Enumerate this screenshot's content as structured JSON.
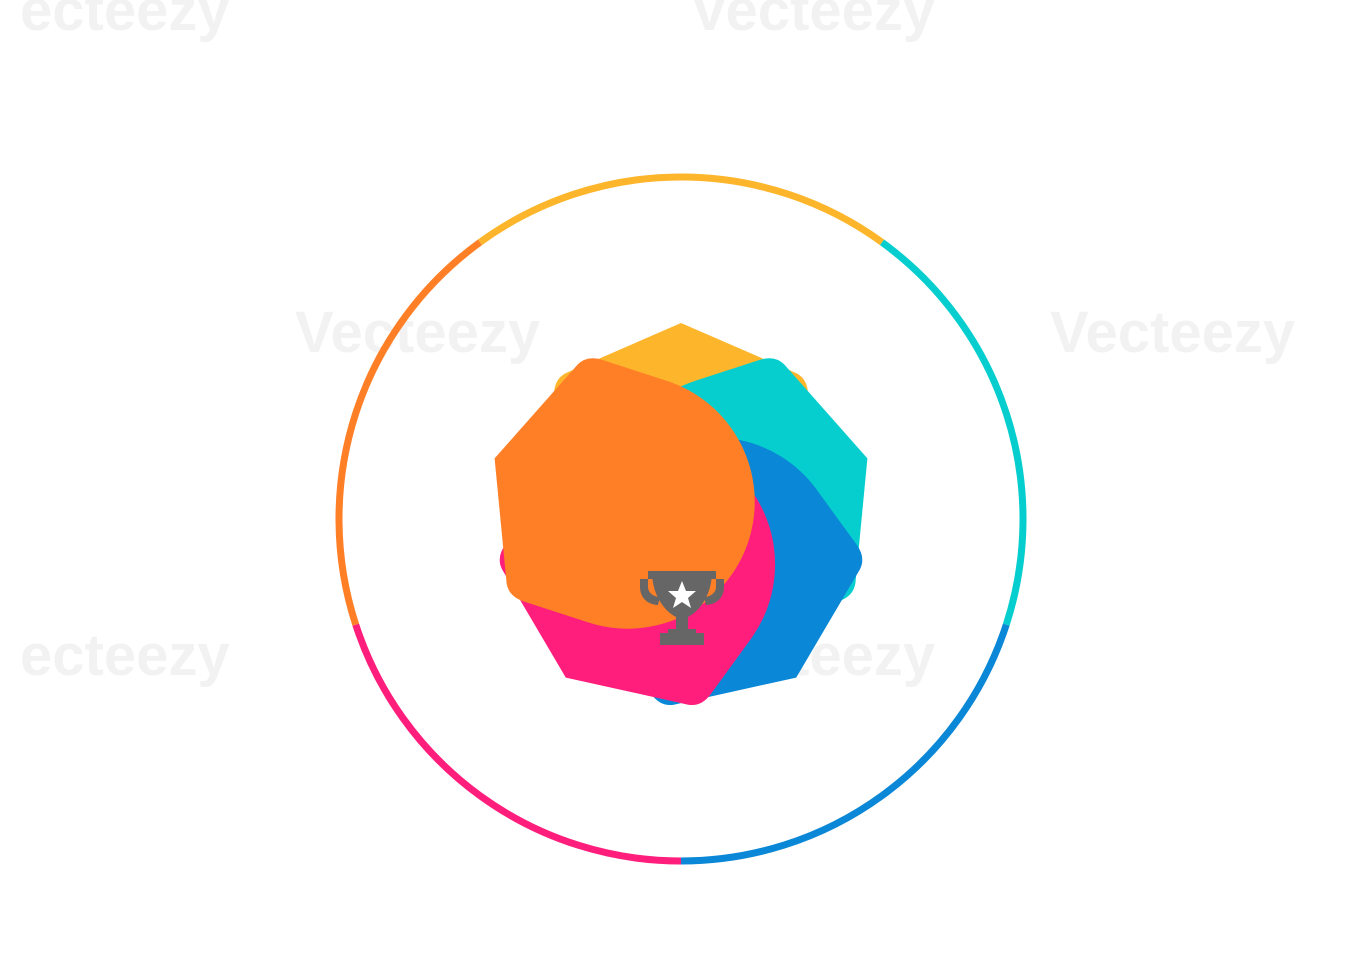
{
  "diagram": {
    "type": "five-step-cycle-infographic",
    "steps": [
      {
        "id": "step-1",
        "color": "#FDB62B"
      },
      {
        "id": "step-2",
        "color": "#06CECE"
      },
      {
        "id": "step-3",
        "color": "#0A87D6"
      },
      {
        "id": "step-4",
        "color": "#FF1E7C"
      },
      {
        "id": "step-5",
        "color": "#FF7F27"
      }
    ],
    "center_icon": "trophy-icon",
    "center_icon_color": "#666666"
  },
  "watermark": {
    "text": "Vecteezy",
    "fragment": "ecteezy"
  }
}
